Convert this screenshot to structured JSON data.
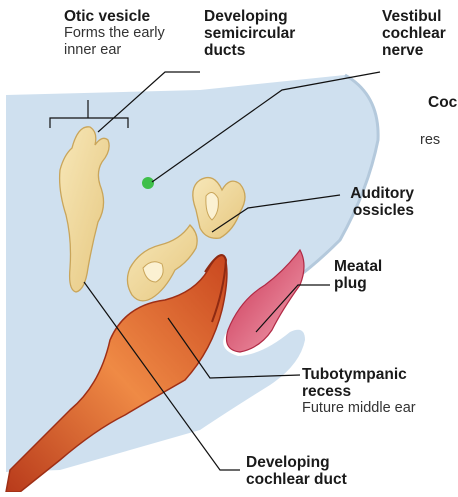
{
  "labels": {
    "otic_vesicle": {
      "title": "Otic vesicle",
      "desc_line1": "Forms the early",
      "desc_line2": "inner ear"
    },
    "semicircular": {
      "line1": "Developing",
      "line2": "semicircular",
      "line3": "ducts"
    },
    "vestibulocochlear": {
      "line1": "Vestibul",
      "line2": "cochlear",
      "line3": "nerve"
    },
    "cochlear_partial": "Coc",
    "res_partial": "res",
    "ossicles": {
      "line1": "Auditory",
      "line2": "ossicles"
    },
    "meatal_plug": {
      "line1": "Meatal",
      "line2": "plug"
    },
    "tubotympanic": {
      "line1": "Tubotympanic",
      "line2": "recess",
      "desc": "Future middle ear"
    },
    "cochlear_duct": {
      "line1": "Developing",
      "line2": "cochlear duct"
    }
  },
  "colors": {
    "background_tissue": "#cfe0ef",
    "inner_ear": "#f2dca0",
    "recess_dark": "#c9471f",
    "recess_light": "#ef8a45",
    "meatal_plug": "#e0506e",
    "nerve_dot": "#3fbf4a",
    "leader_line": "#111111"
  }
}
